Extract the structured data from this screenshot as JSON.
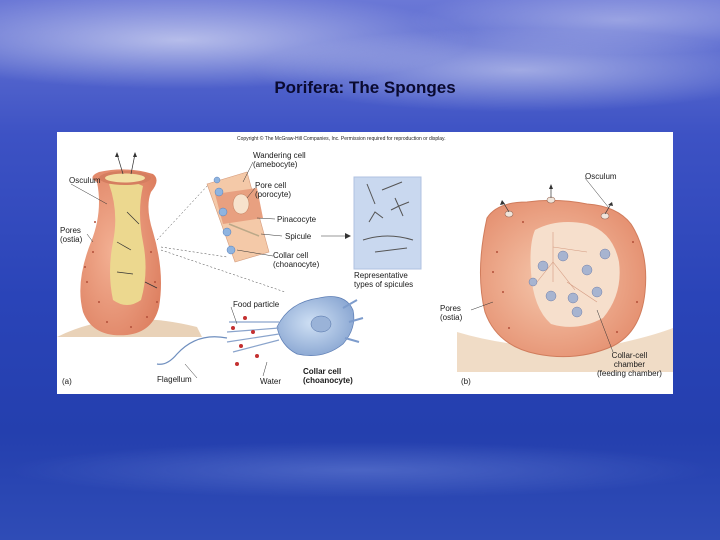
{
  "slide": {
    "title": "Porifera: The Sponges"
  },
  "figure": {
    "copyright": "Copyright © The McGraw-Hill Companies, Inc. Permission required for reproduction or display.",
    "panel_a": {
      "tag": "(a)",
      "osculum": "Osculum",
      "pores_line1": "Pores",
      "pores_line2": "(ostia)",
      "wandering_line1": "Wandering cell",
      "wandering_line2": "(amebocyte)",
      "pore_cell_line1": "Pore cell",
      "pore_cell_line2": "(porocyte)",
      "pinacocyte": "Pinacocyte",
      "spicule": "Spicule",
      "collar_line1": "Collar cell",
      "collar_line2": "(choanocyte)",
      "spicules_line1": "Representative",
      "spicules_line2": "types of spicules",
      "food_particle": "Food particle",
      "flagellum": "Flagellum",
      "water": "Water",
      "collar_big_line1": "Collar cell",
      "collar_big_line2": "(choanocyte)"
    },
    "panel_b": {
      "tag": "(b)",
      "osculum": "Osculum",
      "pores_line1": "Pores",
      "pores_line2": "(ostia)",
      "chamber_line1": "Collar-cell",
      "chamber_line2": "chamber",
      "chamber_line3": "(feeding chamber)"
    }
  }
}
